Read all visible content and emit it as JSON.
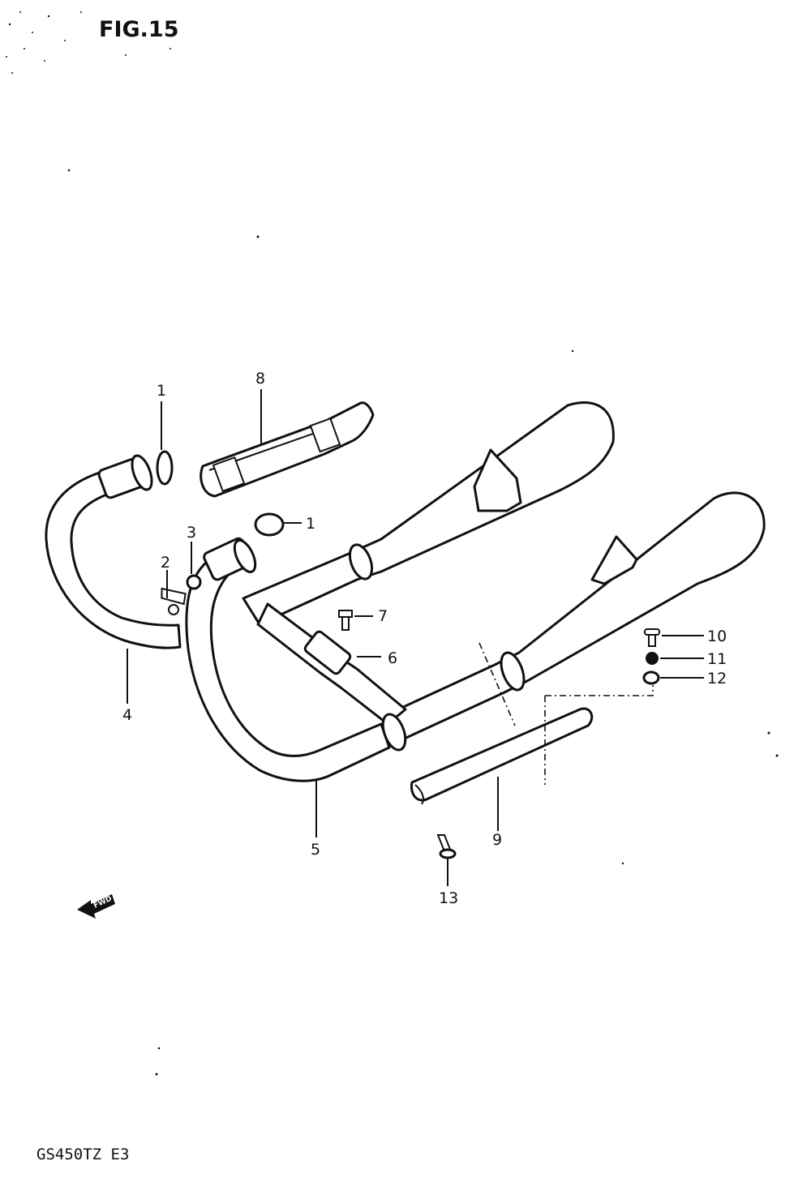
{
  "figure_title": "FIG.15",
  "model_code": "GS450TZ E3",
  "fwd_arrow_label": "FWD",
  "callouts": [
    "1",
    "2",
    "3",
    "4",
    "5",
    "6",
    "7",
    "8",
    "9",
    "10",
    "11",
    "12",
    "13",
    "1"
  ]
}
